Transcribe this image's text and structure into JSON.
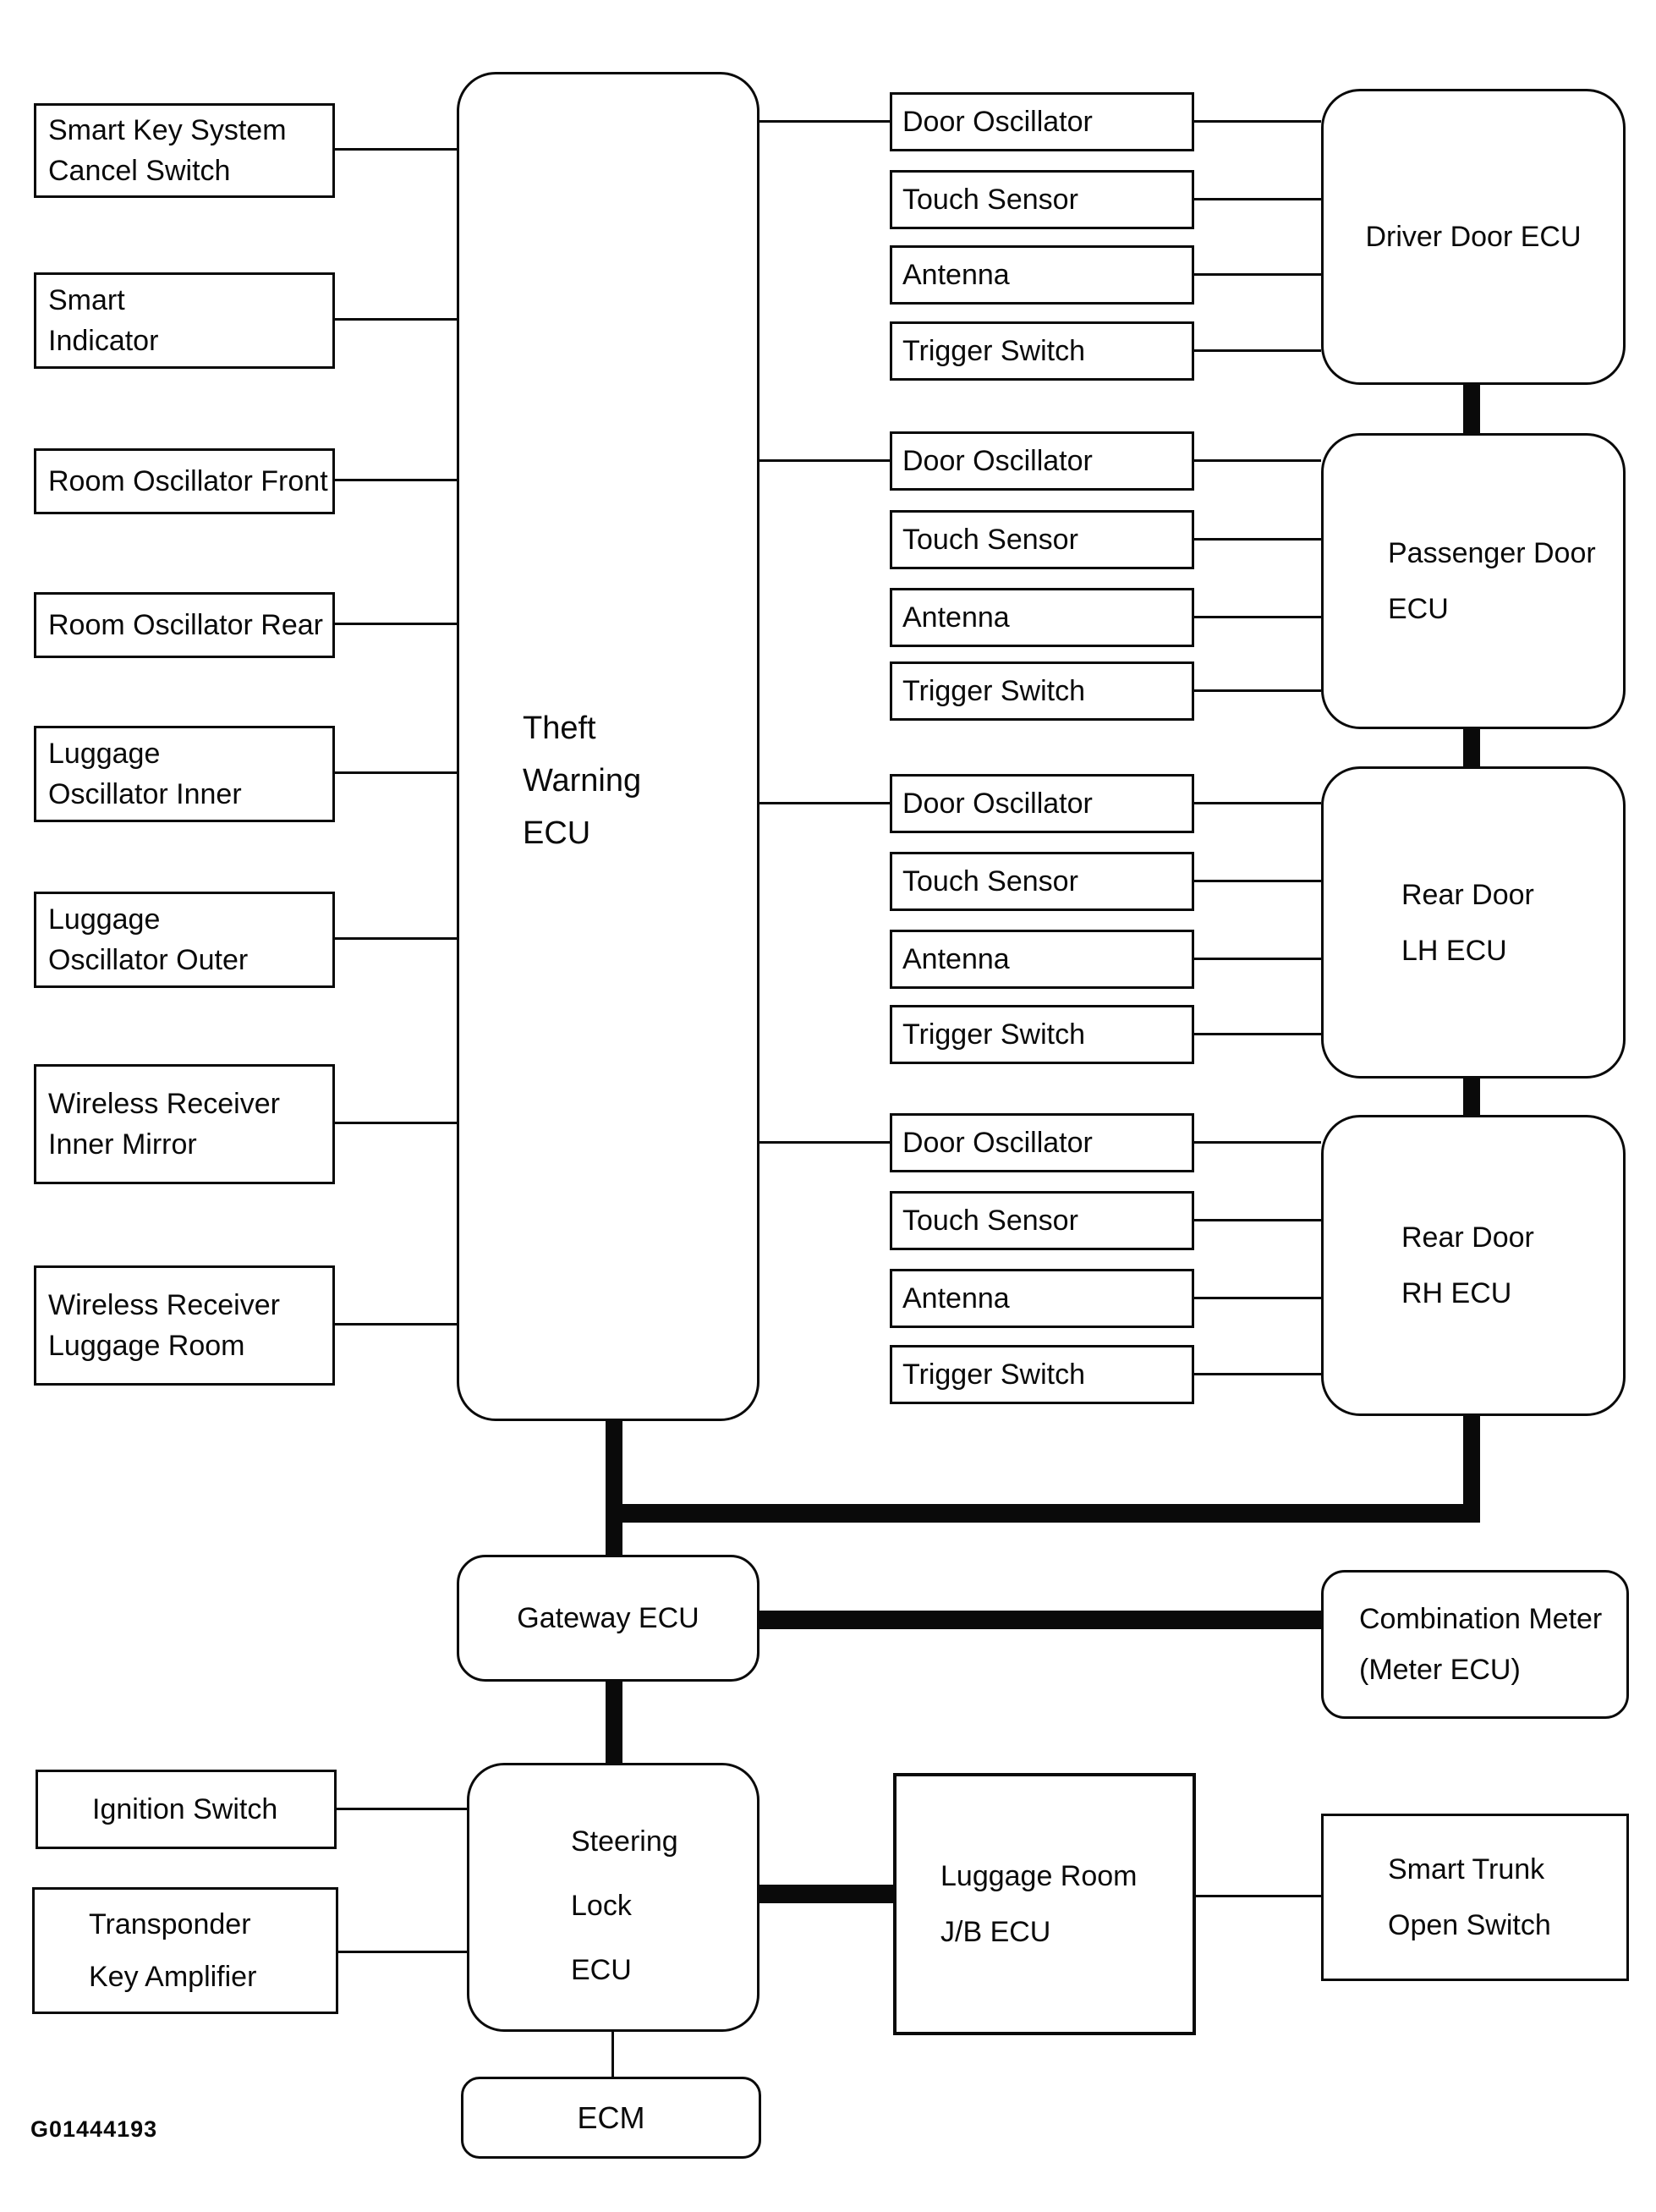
{
  "figure_code": "G01444193",
  "colors": {
    "ink": "#000000",
    "paper": "#ffffff"
  },
  "nodes": {
    "left_column": [
      {
        "line1": "Smart Key System",
        "line2": "Cancel Switch"
      },
      {
        "line1": "Smart",
        "line2": "Indicator"
      },
      {
        "line1": "Room Oscillator Front"
      },
      {
        "line1": "Room Oscillator Rear"
      },
      {
        "line1": "Luggage",
        "line2": "Oscillator Inner"
      },
      {
        "line1": "Luggage",
        "line2": "Oscillator Outer"
      },
      {
        "line1": "Wireless Receiver",
        "line2": "Inner Mirror"
      },
      {
        "line1": "Wireless Receiver",
        "line2": "Luggage Room"
      }
    ],
    "theft_warning_ecu": {
      "line1": "Theft",
      "line2": "Warning",
      "line3": "ECU"
    },
    "sensor_groups": [
      {
        "sensors": [
          "Door Oscillator",
          "Touch Sensor",
          "Antenna",
          "Trigger Switch"
        ],
        "ecu": {
          "line1": "Driver Door ECU"
        }
      },
      {
        "sensors": [
          "Door Oscillator",
          "Touch Sensor",
          "Antenna",
          "Trigger Switch"
        ],
        "ecu": {
          "line1": "Passenger Door",
          "line2": "ECU"
        }
      },
      {
        "sensors": [
          "Door Oscillator",
          "Touch Sensor",
          "Antenna",
          "Trigger Switch"
        ],
        "ecu": {
          "line1": "Rear Door",
          "line2": "LH ECU"
        }
      },
      {
        "sensors": [
          "Door Oscillator",
          "Touch Sensor",
          "Antenna",
          "Trigger Switch"
        ],
        "ecu": {
          "line1": "Rear Door",
          "line2": "RH ECU"
        }
      }
    ],
    "gateway_ecu": {
      "label": "Gateway ECU"
    },
    "combination_meter": {
      "line1": "Combination Meter",
      "line2": "(Meter ECU)"
    },
    "ignition_switch": {
      "label": "Ignition Switch"
    },
    "transponder_key_amplifier": {
      "line1": "Transponder",
      "line2": "Key Amplifier"
    },
    "steering_lock_ecu": {
      "line1": "Steering",
      "line2": "Lock",
      "line3": "ECU"
    },
    "luggage_room_jb_ecu": {
      "line1": "Luggage Room",
      "line2": "J/B ECU"
    },
    "smart_trunk_open_switch": {
      "line1": "Smart Trunk",
      "line2": "Open Switch"
    },
    "ecm": {
      "label": "ECM"
    }
  }
}
